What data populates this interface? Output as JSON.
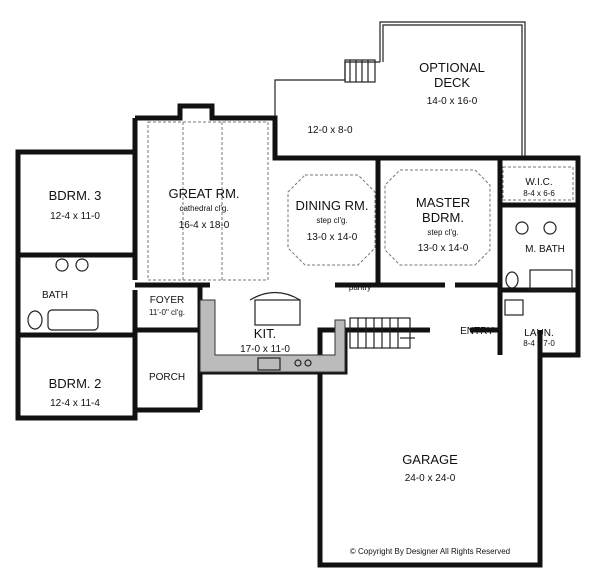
{
  "rooms": {
    "deck": {
      "name_1": "OPTIONAL",
      "name_2": "DECK",
      "size": "14-0 x 16-0"
    },
    "patio": {
      "size": "12-0 x 8-0"
    },
    "bdrm3": {
      "name": "BDRM. 3",
      "size": "12-4 x 11-0"
    },
    "great": {
      "name": "GREAT RM.",
      "note": "cathedral cl'g.",
      "size": "16-4 x 18-0"
    },
    "dining": {
      "name": "DINING RM.",
      "note": "step cl'g.",
      "size": "13-0 x 14-0"
    },
    "master": {
      "name_1": "MASTER",
      "name_2": "BDRM.",
      "note": "step cl'g.",
      "size": "13-0 x 14-0"
    },
    "wic": {
      "name": "W.I.C.",
      "size": "8-4 x 6-6"
    },
    "mbath": {
      "name": "M. BATH"
    },
    "bath": {
      "name": "BATH"
    },
    "foyer": {
      "name": "FOYER",
      "note": "11'-0\" cl'g."
    },
    "kit": {
      "name": "KIT.",
      "size": "17-0 x 11-0"
    },
    "pantry": {
      "name": "pantry"
    },
    "entry": {
      "name": "ENTRY"
    },
    "laun": {
      "name": "LAUN.",
      "size": "8-4 x 7-0"
    },
    "porch": {
      "name": "PORCH"
    },
    "bdrm2": {
      "name": "BDRM. 2",
      "size": "12-4 x 11-4"
    },
    "garage": {
      "name": "GARAGE",
      "size": "24-0 x 24-0"
    }
  },
  "copyright": "© Copyright By Designer All Rights Reserved"
}
